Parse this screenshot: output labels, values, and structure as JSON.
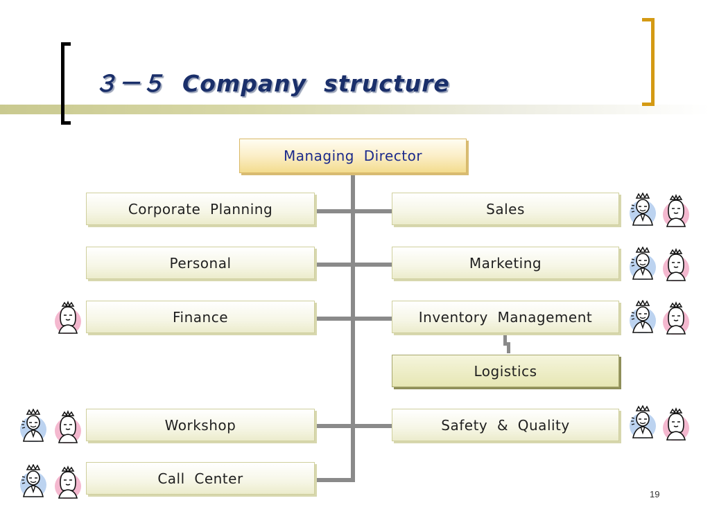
{
  "slide": {
    "title": "３－５  Company  structure",
    "page_number": "19"
  },
  "org": {
    "director": "Managing  Director",
    "left": [
      "Corporate  Planning",
      "Personal",
      "Finance",
      "Workshop",
      "Call  Center"
    ],
    "right": [
      "Sales",
      "Marketing",
      "Inventory  Management",
      "Logistics",
      "Safety  &  Quality"
    ]
  },
  "colors": {
    "title": "#1a2f6a",
    "director_text": "#1b2a8c",
    "bracket_left": "#000000",
    "bracket_right": "#d49a14",
    "connector": "#8a8a8a",
    "male_icon_bg": "#bcd3f0",
    "female_icon_bg": "#f4b8cf"
  },
  "icons": {
    "male": "crowned-man-icon",
    "female": "crowned-woman-icon"
  }
}
